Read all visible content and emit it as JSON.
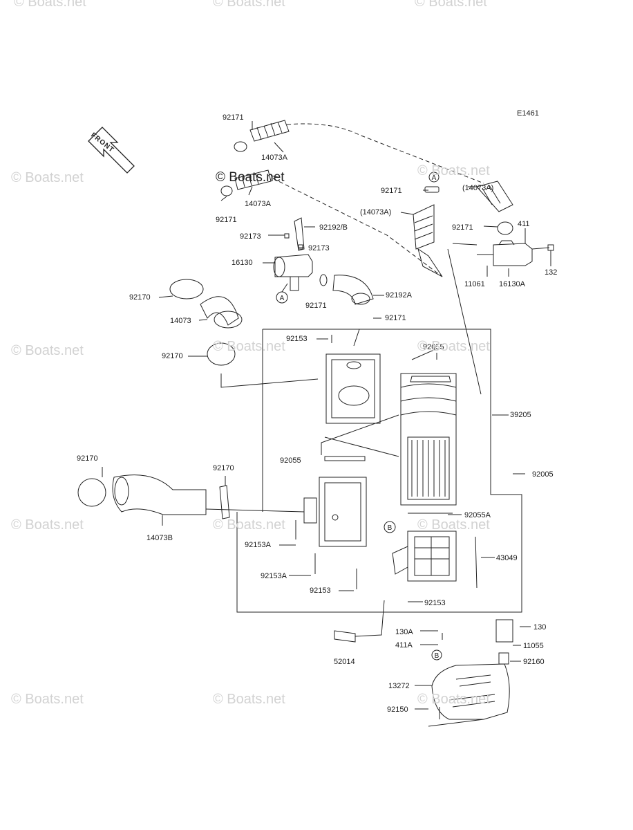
{
  "diagram_code": "E1461",
  "front_label": "FRONT",
  "watermark": "© Boats.net",
  "circle_markers": [
    "A",
    "B"
  ],
  "parts": [
    "92171",
    "14073A",
    "92171",
    "14073A",
    "92171",
    "(14073A)",
    "(14073A)",
    "92171",
    "411",
    "132",
    "11061",
    "16130A",
    "92192/B",
    "92173",
    "92173",
    "16130",
    "92192A",
    "92171",
    "92170",
    "14073",
    "92171",
    "92153",
    "92055",
    "92170",
    "39205",
    "92170",
    "92170",
    "92055",
    "92005",
    "14073B",
    "92055A",
    "92153A",
    "43049",
    "92153A",
    "92153",
    "92153",
    "130A",
    "130",
    "411A",
    "11055",
    "52014",
    "92160",
    "13272",
    "92150"
  ]
}
